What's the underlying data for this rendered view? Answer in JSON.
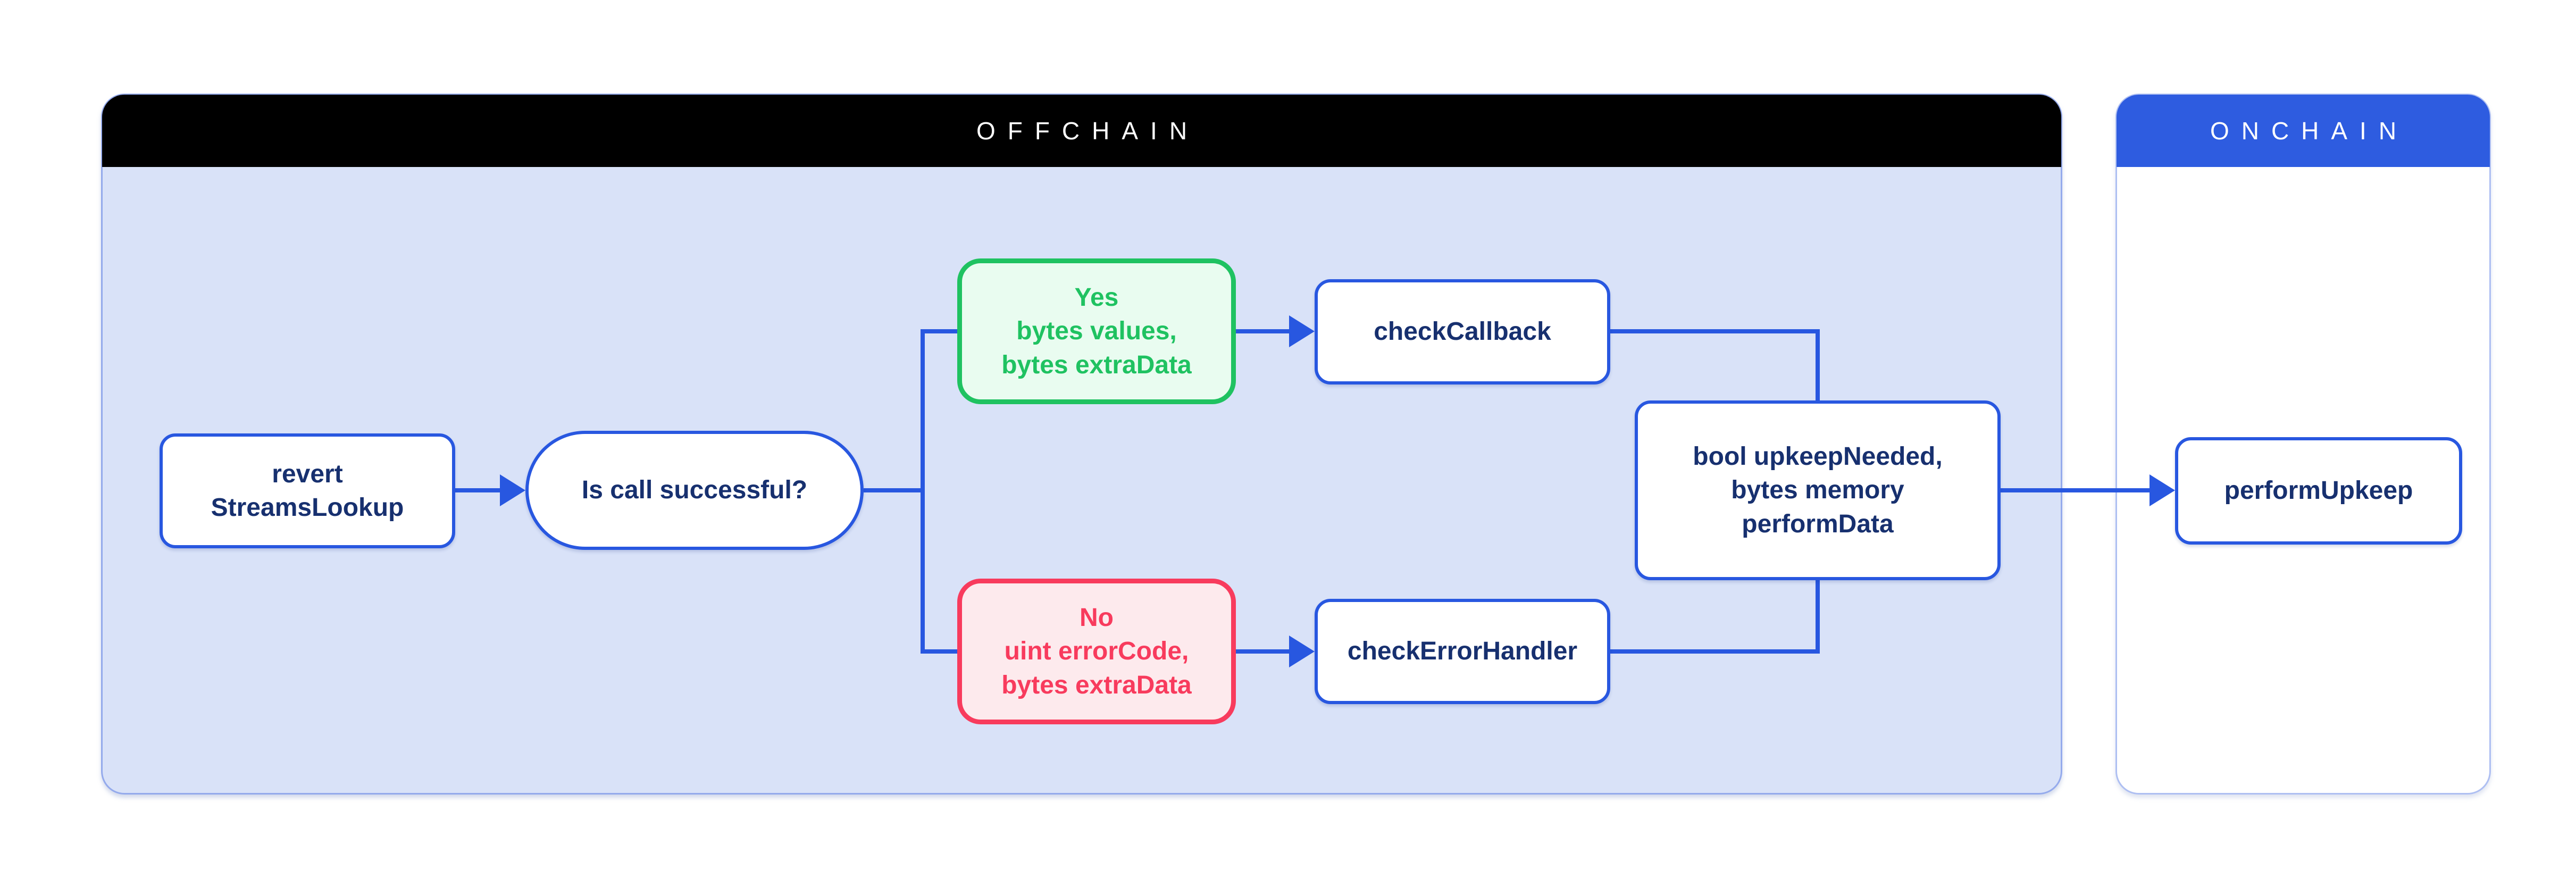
{
  "page": {
    "background": "#ffffff"
  },
  "colors": {
    "connector_blue": "#2857e0",
    "node_border_blue": "#2857e0",
    "node_text_navy": "#17306f",
    "offchain_header_bg": "#000000",
    "offchain_header_text": "#ffffff",
    "offchain_body_bg": "#d9e2f8",
    "offchain_panel_border": "#94aaec",
    "onchain_header_bg": "#2e5ce0",
    "onchain_header_text": "#ffffff",
    "onchain_body_bg": "#ffffff",
    "onchain_panel_border": "#aebff2",
    "success_green": "#1fc261",
    "success_bg": "#e9fcf0",
    "error_red": "#f83b5d",
    "error_bg": "#fdeaed"
  },
  "containers": {
    "offchain": {
      "title": "OFFCHAIN"
    },
    "onchain": {
      "title": "ONCHAIN"
    }
  },
  "nodes": {
    "revert_streams_lookup": {
      "line1": "revert",
      "line2": "StreamsLookup"
    },
    "is_call_successful": {
      "line1": "Is call successful?"
    },
    "yes_branch": {
      "line1": "Yes",
      "line2": "bytes values,",
      "line3": "bytes extraData"
    },
    "check_callback": {
      "line1": "checkCallback"
    },
    "no_branch": {
      "line1": "No",
      "line2": "uint errorCode,",
      "line3": "bytes extraData"
    },
    "check_error_handler": {
      "line1": "checkErrorHandler"
    },
    "perform_data": {
      "line1": "bool upkeepNeeded,",
      "line2": "bytes memory",
      "line3": "performData"
    },
    "perform_upkeep": {
      "line1": "performUpkeep"
    }
  }
}
